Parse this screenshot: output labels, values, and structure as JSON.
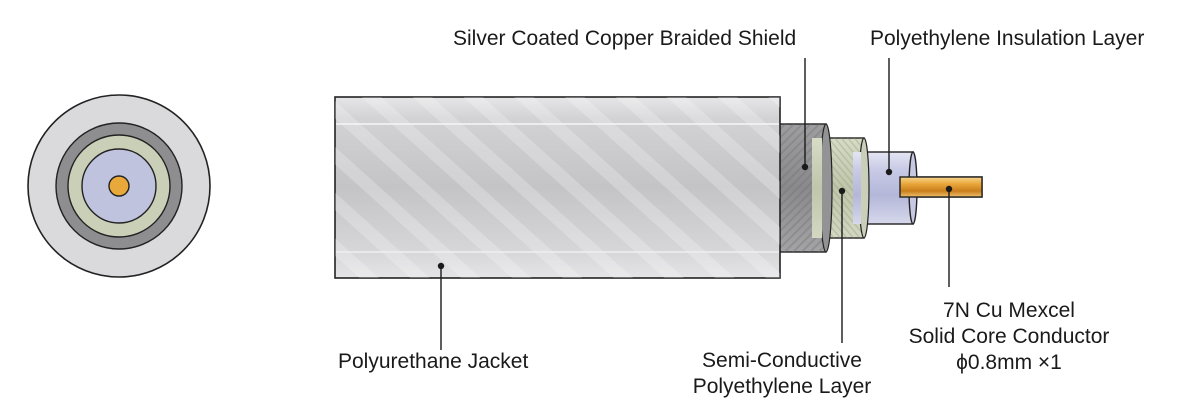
{
  "labels": {
    "braided_shield": "Silver Coated Copper Braided Shield",
    "insulation": "Polyethylene Insulation Layer",
    "jacket": "Polyurethane Jacket",
    "semi_conductive": [
      "Semi-Conductive",
      "Polyethylene Layer"
    ],
    "conductor": [
      "7N Cu Mexcel",
      "Solid Core Conductor",
      "ϕ0.8mm ×1"
    ]
  },
  "colors": {
    "jacket": "#d9d9dc",
    "braided_shield": "#8c8c8f",
    "semi_conductive": "#c8cfb6",
    "insulation": "#bfc2de",
    "conductor": "#e8a93a"
  }
}
